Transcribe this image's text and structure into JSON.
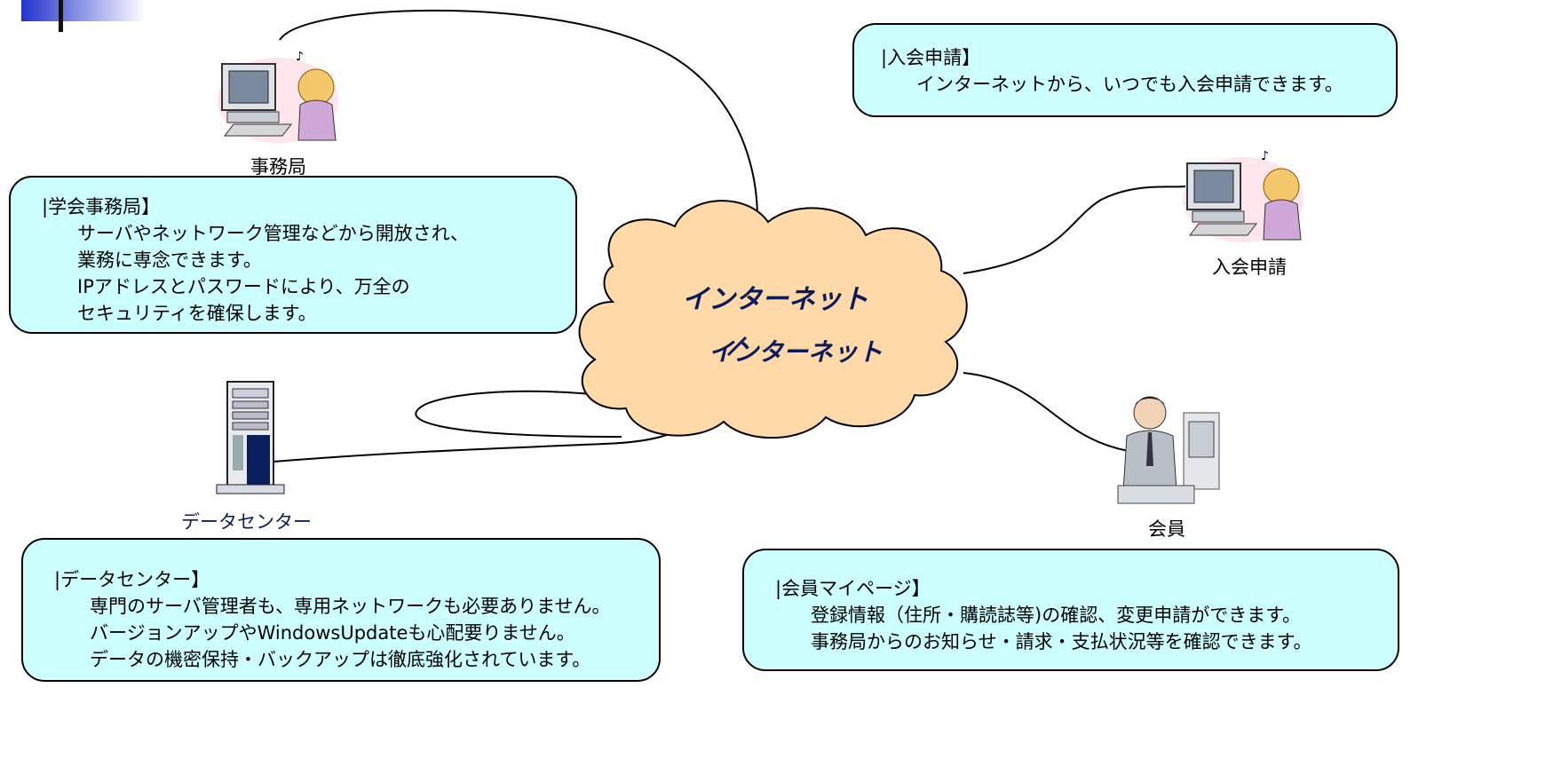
{
  "nodes": {
    "office": "事務局",
    "join": "入会申請",
    "datacenter": "データセンター",
    "member": "会員"
  },
  "cloud": {
    "label_1": "インターネット",
    "label_2": "インターネット"
  },
  "callouts": {
    "join": {
      "heading": "|入会申請】",
      "lines": [
        "インターネットから、いつでも入会申請できます。"
      ]
    },
    "office": {
      "heading": "|学会事務局】",
      "lines": [
        "サーバやネットワーク管理などから開放され、",
        "業務に専念できます。",
        "IPアドレスとパスワードにより、万全の",
        "セキュリティを確保します。"
      ]
    },
    "datacenter": {
      "heading": "|データセンター】",
      "lines": [
        "専門のサーバ管理者も、専用ネットワークも必要ありません。",
        "バージョンアップやWindowsUpdateも心配要りません。",
        "データの機密保持・バックアップは徹底強化されています。"
      ]
    },
    "member": {
      "heading": "|会員マイページ】",
      "lines": [
        "登録情報（住所・購読誌等)の確認、変更申請ができます。",
        "事務局からのお知らせ・請求・支払状況等を確認できます。"
      ]
    }
  },
  "colors": {
    "callout_fill": "#ccffff",
    "cloud_fill": "#ffd9a8",
    "cloud_text": "#0a1a5c",
    "logo_blue": "#3344cc"
  },
  "icons": {
    "office": "user-at-computer-icon",
    "join": "user-at-computer-icon",
    "datacenter": "server-tower-icon",
    "member": "businessman-at-computer-icon"
  }
}
